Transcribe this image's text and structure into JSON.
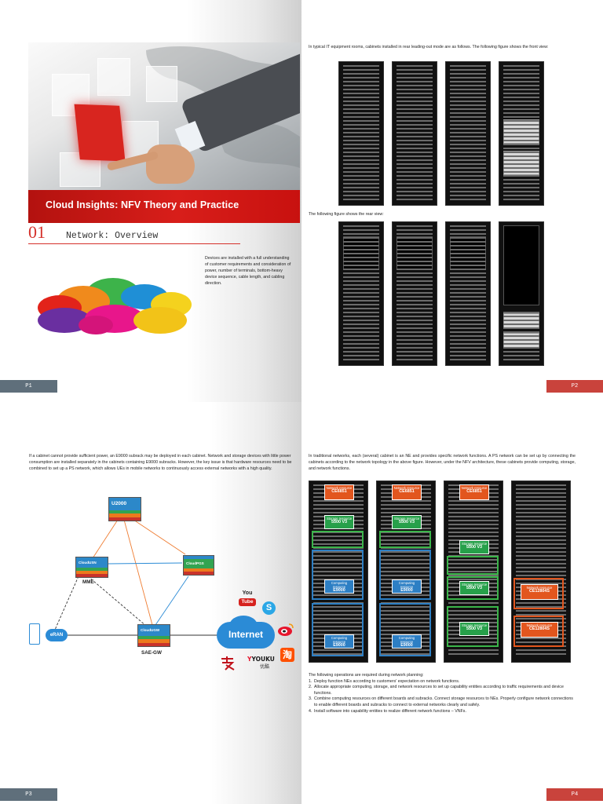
{
  "page1": {
    "cover_title": "Cloud Insights: NFV Theory and Practice",
    "section_number": "01",
    "section_title": "Network: Overview",
    "description": "Devices are installed with a full understanding of customer requirements and consideration of power, number of terminals, bottom-heavy device sequence, cable length, and cabling direction.",
    "page_tag": "P1"
  },
  "page2": {
    "front_caption": "In typical IT equipment rooms, cabinets installed in rear leading-out mode are as follows. The following figure shows the front view:",
    "rear_caption": "The following figure shows the rear view:",
    "page_tag": "P2"
  },
  "page3": {
    "paragraph": "If a cabinet cannot provide sufficient power, an E9000 subrack may be deployed in each cabinet. Network and storage devices with little power consumption are installed separately in the cabinets containing E9000 subracks. However, the key issue is that hardware resources need to be combined to set up a PS network, which allows UEs in mobile networks to continuously access external networks with a high quality.",
    "diagram": {
      "u2000": "U2000",
      "cloudusn": "CloudUSN",
      "cloudpgs": "CloudPGS",
      "cloudugw": "CloudUGW",
      "mme": "MME",
      "saegw": "SAE-GW",
      "ran": "eRAN",
      "internet": "Internet",
      "youtube_top": "You",
      "youtube_bottom": "Tube",
      "skype": "S",
      "taobao": "淘",
      "youku": "YOUKU",
      "youku_sub": "优酷"
    },
    "page_tag": "P3"
  },
  "page4": {
    "paragraph": "In traditional networks, each (several) cabinet is an NE and provides specific network functions. A PS network can be set up by connecting the cabinets according to the network topology in the above figure. However, under the NFV architecture, these cabinets provide computing, storage, and network functions.",
    "labels": {
      "network_resource": "Network resource",
      "ce6851": "CE6851",
      "storage_resource": "Storage resource",
      "s5500": "5500 V3",
      "computing_resource": "Computing resource",
      "e9000": "E9000",
      "ce12804s": "CE12804S"
    },
    "intro": "The following operations are required during network planning:",
    "steps": [
      {
        "num": "1.",
        "text": "Deploy function NEs according to customers' expectation on network functions."
      },
      {
        "num": "2.",
        "text": "Allocate appropriate computing, storage, and network resources to set up capability entities according to traffic requirements and device functions."
      },
      {
        "num": "3.",
        "text": "Combine computing resources on different boards and subracks. Connect storage resources to NEs. Properly configure network connections to enable different boards and subracks to connect to external networks clearly and safely."
      },
      {
        "num": "4.",
        "text": "Install software into capability entities to realize different network functions – VNFs."
      }
    ],
    "page_tag": "P4"
  },
  "colors": {
    "brand_red": "#d5302a",
    "tag_gray": "#5f6f7b",
    "tag_red": "#c9433c"
  }
}
